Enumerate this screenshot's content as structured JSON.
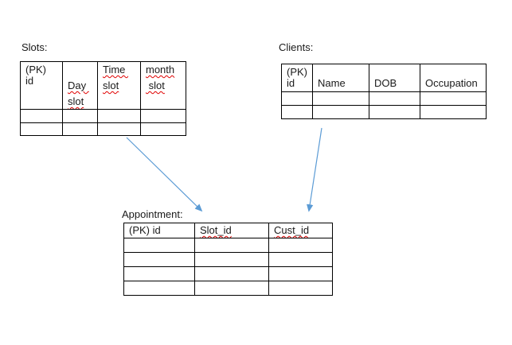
{
  "colors": {
    "background": "#ffffff",
    "text": "#1a1a1a",
    "table_border": "#000000",
    "arrow": "#5b9bd5",
    "squiggle": "#e00000"
  },
  "slots": {
    "label": "Slots:",
    "header": {
      "col1": [
        "(PK)",
        "id"
      ],
      "col2": [
        "Day ",
        "slot"
      ],
      "col3": [
        "Time ",
        "slot"
      ],
      "col4": [
        "month",
        " slot"
      ]
    }
  },
  "clients": {
    "label": "Clients:",
    "header": {
      "col1": [
        "(PK)",
        "id"
      ],
      "col2": "Name",
      "col3": "DOB",
      "col4": "Occupation"
    }
  },
  "appointment": {
    "label": "Appointment:",
    "header": {
      "col1": "(PK) id",
      "col2": "Slot_id",
      "col3": "Cust_id"
    }
  }
}
